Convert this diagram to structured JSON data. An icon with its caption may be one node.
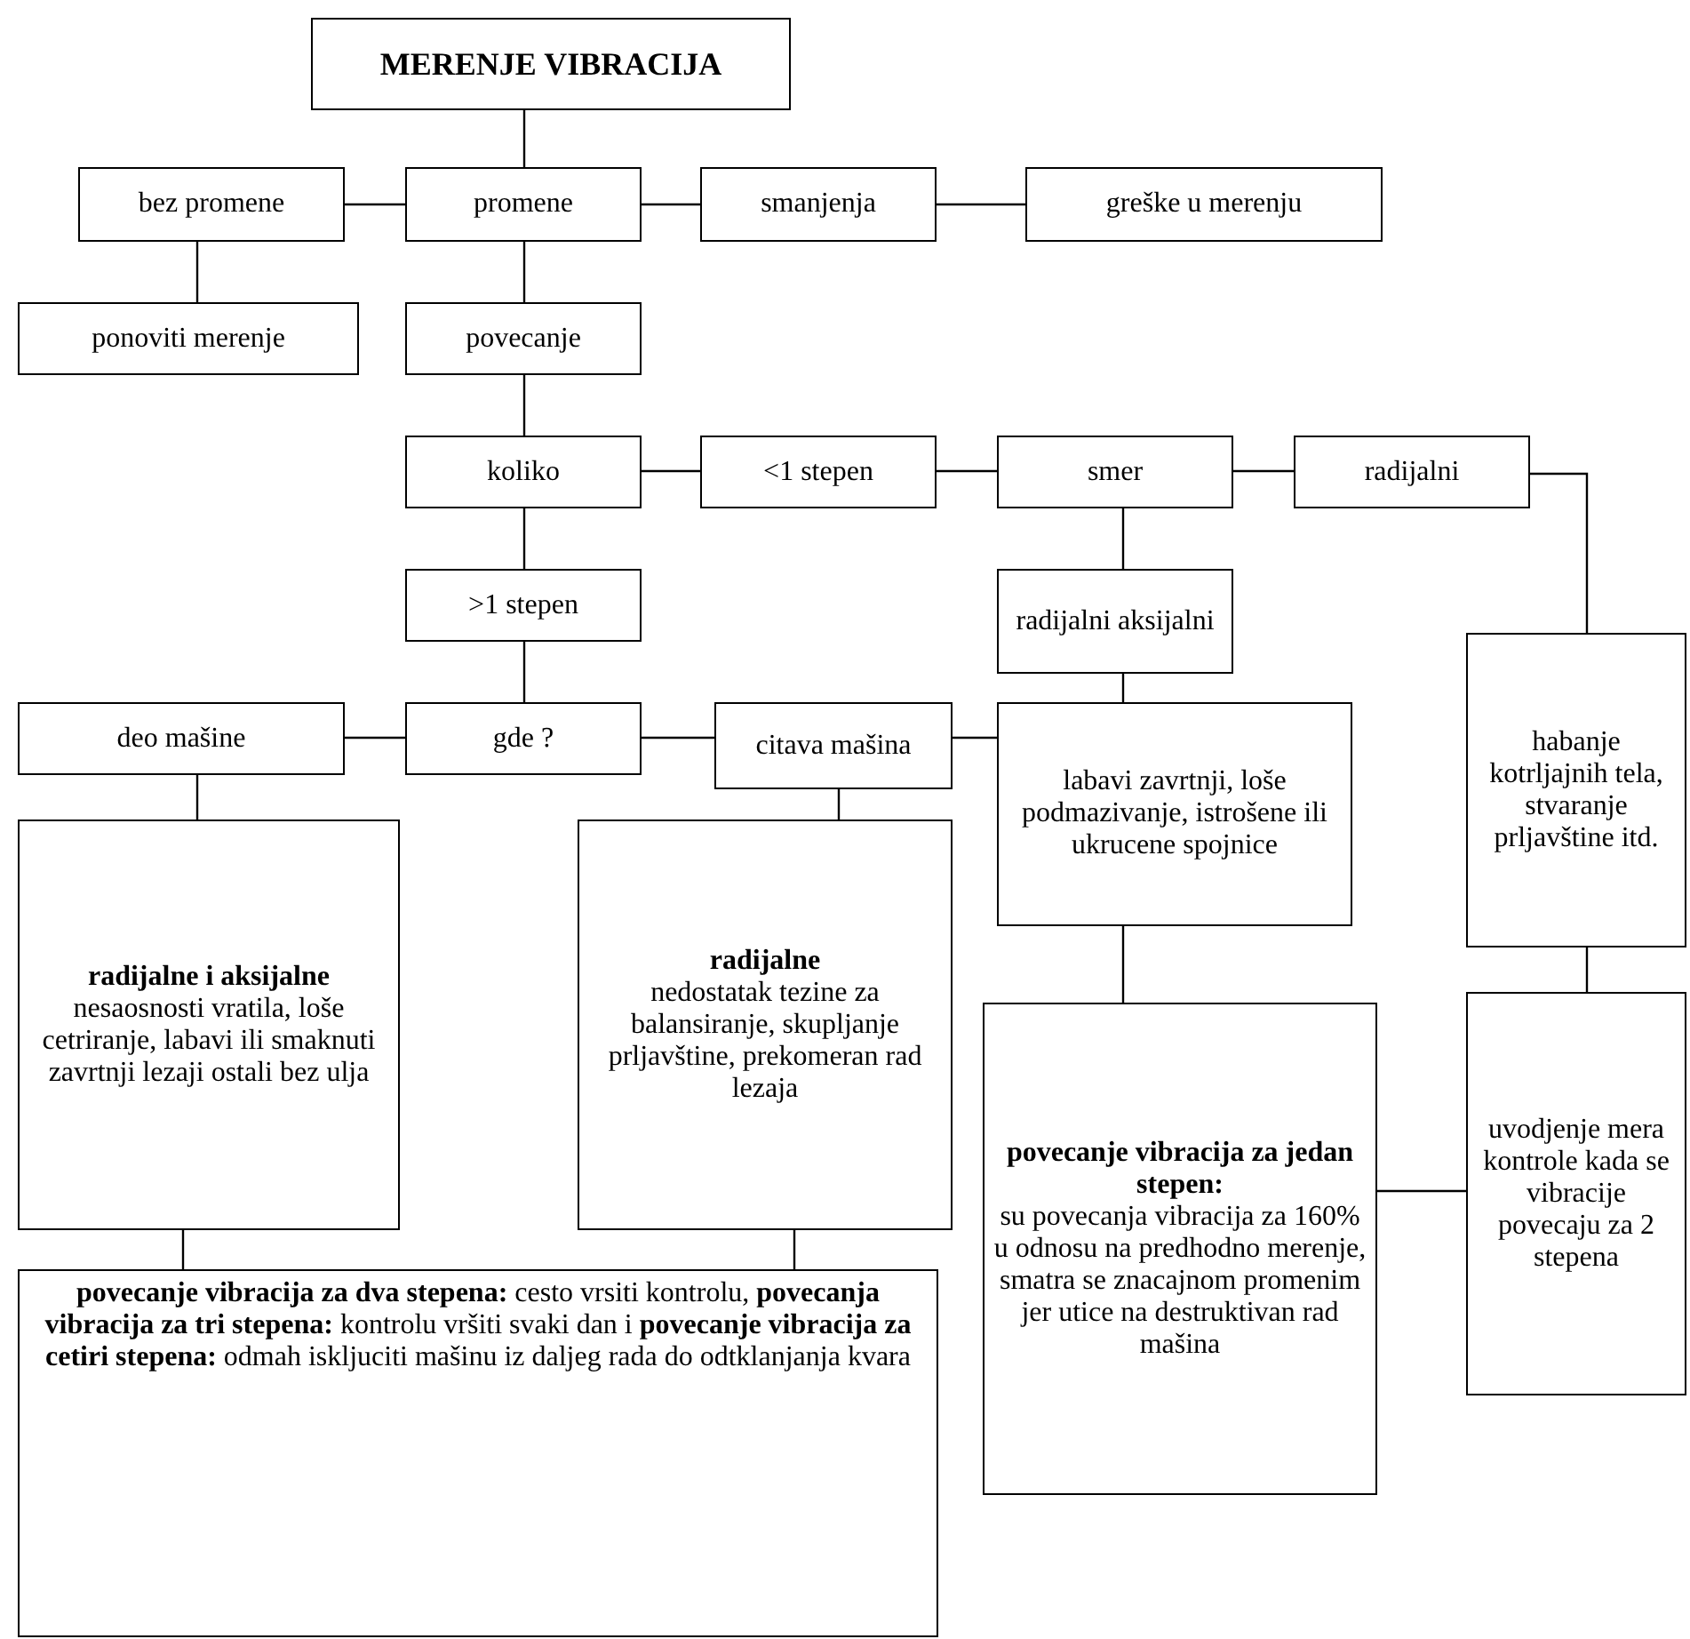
{
  "diagram": {
    "nodes": [
      {
        "text": [
          "MERENJE VIBRACIJA"
        ]
      },
      {
        "text": [
          "bez promene"
        ]
      },
      {
        "text": [
          "promene"
        ]
      },
      {
        "text": [
          "smanjenja"
        ]
      },
      {
        "text": [
          "greške u merenju"
        ]
      },
      {
        "text": [
          "ponoviti merenje"
        ]
      },
      {
        "text": [
          "povecanje"
        ]
      },
      {
        "text": [
          "koliko"
        ]
      },
      {
        "text": [
          "<1 stepen"
        ]
      },
      {
        "text": [
          "smer"
        ]
      },
      {
        "text": [
          "radijalni"
        ]
      },
      {
        "text": [
          ">1 stepen"
        ]
      },
      {
        "text": [
          "radijalni aksijalni"
        ]
      },
      {
        "text": [
          "deo mašine"
        ]
      },
      {
        "text": [
          "gde ?"
        ]
      },
      {
        "text": [
          "citava mašina"
        ]
      },
      {
        "text": [
          "labavi zavrtnji, loše podmazivanje, istrošene ili ukrucene spojnice"
        ]
      },
      {
        "text": [
          "habanje kotrljajnih tela, stvaranje prljavštine itd."
        ]
      },
      {
        "text": [
          "radijalne i aksijalne",
          "nesaosnosti vratila, loše cetriranje, labavi ili smaknuti zavrtnji lezaji ostali bez ulja"
        ]
      },
      {
        "text": [
          "radijalne",
          "nedostatak tezine za balansiranje, skupljanje prljavštine, prekomeran rad lezaja"
        ]
      },
      {
        "text": [
          "povecanje vibracija za jedan stepen:",
          "su povecanja vibracija za 160% u odnosu na predhodno merenje, smatra se znacajnom promenim jer utice na destruktivan rad mašina"
        ]
      },
      {
        "text": [
          "uvodjenje mera kontrole kada se vibracije povecaju za 2 stepena"
        ]
      },
      {
        "text": [
          "**povecanje vibracija za dva stepena:** cesto vrsiti kontrolu, **povecanja vibracija za tri stepena:** kontrolu vršiti svaki dan i **povecanje vibracija za cetiri stepena:** odmah iskljuciti mašinu iz daljeg rada do odtklanjanja kvara"
        ]
      }
    ],
    "edges": [
      {
        "from": 0,
        "to": 2,
        "arrow": "none"
      },
      {
        "from": 1,
        "to": 2,
        "arrow": "none"
      },
      {
        "from": 2,
        "to": 3,
        "arrow": "none"
      },
      {
        "from": 3,
        "to": 4,
        "arrow": "none"
      },
      {
        "from": 1,
        "to": 5,
        "arrow": "none"
      },
      {
        "from": 2,
        "to": 6,
        "arrow": "none"
      },
      {
        "from": 6,
        "to": 7,
        "arrow": "none"
      },
      {
        "from": 7,
        "to": 8,
        "arrow": "none"
      },
      {
        "from": 8,
        "to": 9,
        "arrow": "none"
      },
      {
        "from": 9,
        "to": 10,
        "arrow": "none"
      },
      {
        "from": 10,
        "to": 17,
        "arrow": "none"
      },
      {
        "from": 9,
        "to": 12,
        "arrow": "none"
      },
      {
        "from": 12,
        "to": 16,
        "arrow": "none"
      },
      {
        "from": 7,
        "to": 11,
        "arrow": "none"
      },
      {
        "from": 11,
        "to": 14,
        "arrow": "none"
      },
      {
        "from": 13,
        "to": 14,
        "arrow": "none"
      },
      {
        "from": 14,
        "to": 15,
        "arrow": "none"
      },
      {
        "from": 15,
        "to": 16,
        "arrow": "none"
      },
      {
        "from": 13,
        "to": 18,
        "arrow": "none"
      },
      {
        "from": 15,
        "to": 19,
        "arrow": "none"
      },
      {
        "from": 18,
        "to": 22,
        "arrow": "none"
      },
      {
        "from": 19,
        "to": 22,
        "arrow": "none"
      },
      {
        "from": 16,
        "to": 20,
        "arrow": "none"
      },
      {
        "from": 17,
        "to": 21,
        "arrow": "none"
      },
      {
        "from": 20,
        "to": 21,
        "arrow": "none"
      }
    ]
  }
}
